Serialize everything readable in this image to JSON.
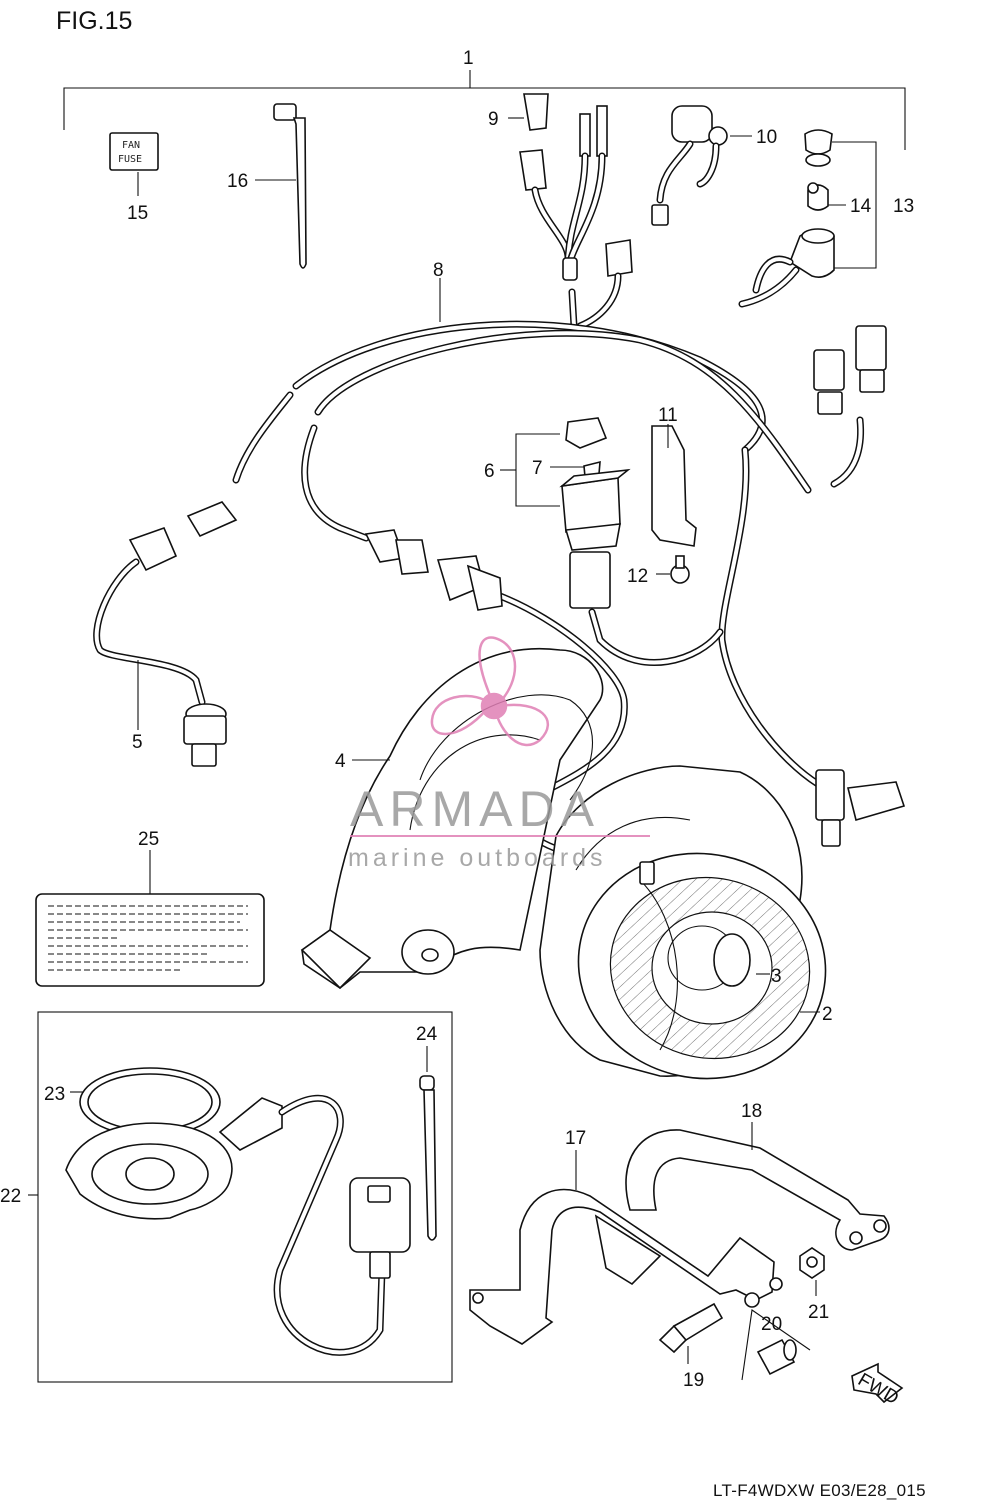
{
  "figure_title": "FIG.15",
  "footer_code": "LT-F4WDXW E03/E28_015",
  "watermark": {
    "brand": "ARMADA",
    "tagline": "marine outboards",
    "accent_color": "#e07fb5"
  },
  "fuse_label": {
    "line1": "FAN",
    "line2": "FUSE"
  },
  "callouts": [
    {
      "id": "c1",
      "number": "1"
    },
    {
      "id": "c2",
      "number": "2"
    },
    {
      "id": "c3",
      "number": "3"
    },
    {
      "id": "c4",
      "number": "4"
    },
    {
      "id": "c5",
      "number": "5"
    },
    {
      "id": "c6",
      "number": "6"
    },
    {
      "id": "c7",
      "number": "7"
    },
    {
      "id": "c8",
      "number": "8"
    },
    {
      "id": "c9",
      "number": "9"
    },
    {
      "id": "c10",
      "number": "10"
    },
    {
      "id": "c11",
      "number": "11"
    },
    {
      "id": "c12",
      "number": "12"
    },
    {
      "id": "c13",
      "number": "13"
    },
    {
      "id": "c14",
      "number": "14"
    },
    {
      "id": "c15",
      "number": "15"
    },
    {
      "id": "c16",
      "number": "16"
    },
    {
      "id": "c17",
      "number": "17"
    },
    {
      "id": "c18",
      "number": "18"
    },
    {
      "id": "c19",
      "number": "19"
    },
    {
      "id": "c20",
      "number": "20"
    },
    {
      "id": "c21",
      "number": "21"
    },
    {
      "id": "c22",
      "number": "22"
    },
    {
      "id": "c23",
      "number": "23"
    },
    {
      "id": "c24",
      "number": "24"
    },
    {
      "id": "c25",
      "number": "25"
    }
  ],
  "fwd_label": "FWD",
  "colors": {
    "line": "#111111",
    "background": "#ffffff"
  }
}
